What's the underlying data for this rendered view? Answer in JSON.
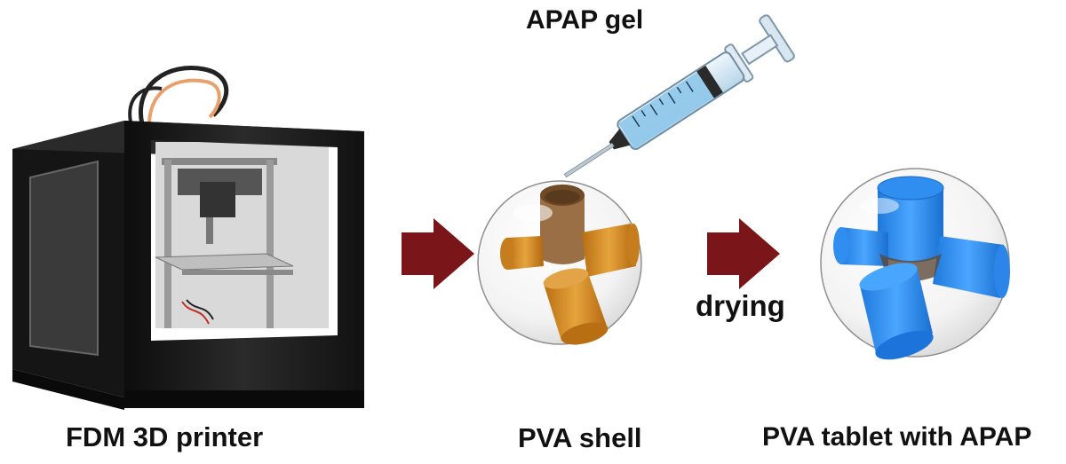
{
  "labels": {
    "printer": "FDM 3D printer",
    "gel": "APAP gel",
    "shell": "PVA shell",
    "drying": "drying",
    "tablet": "PVA tablet with APAP"
  },
  "colors": {
    "arrow": "#7a1519",
    "shell_tubes": "#d08a22",
    "tablet_tubes": "#2f8ef0",
    "printer_frame": "#1b1b1b",
    "syringe_liquid": "#8ec6ea"
  },
  "icons": [
    "printer-illustration",
    "syringe-icon",
    "arrow-right-icon",
    "pva-shell-sphere",
    "pva-tablet-sphere"
  ]
}
